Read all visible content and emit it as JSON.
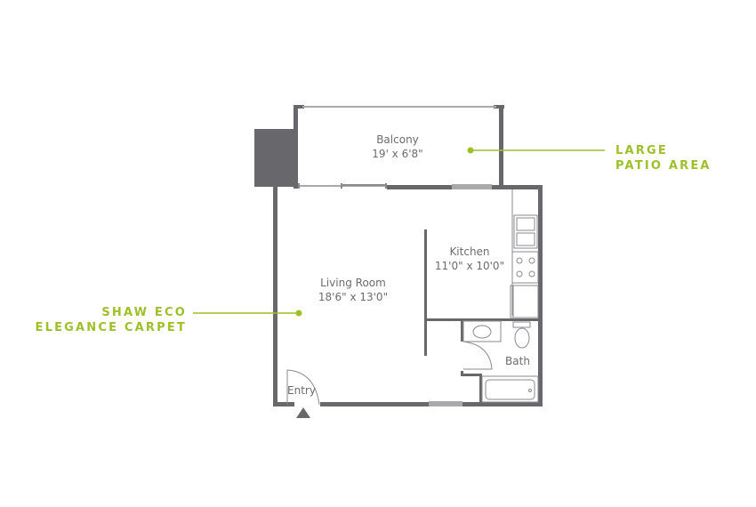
{
  "colors": {
    "wall": "#67676c",
    "thin_line": "#8a8a8e",
    "window": "#a9a9ad",
    "accent": "#9dc02a",
    "text": "#6b6b70",
    "background": "#ffffff"
  },
  "rooms": {
    "balcony": {
      "name": "Balcony",
      "dimensions": "19' x 6'8\""
    },
    "kitchen": {
      "name": "Kitchen",
      "dimensions": "11'0\" x 10'0\""
    },
    "living_room": {
      "name": "Living Room",
      "dimensions": "18'6\" x 13'0\""
    },
    "bath": {
      "name": "Bath"
    },
    "entry": {
      "name": "Entry"
    }
  },
  "callouts": {
    "patio": {
      "line1": "LARGE",
      "line2": "PATIO AREA"
    },
    "carpet": {
      "line1": "SHAW ECO",
      "line2": "ELEGANCE CARPET"
    }
  }
}
